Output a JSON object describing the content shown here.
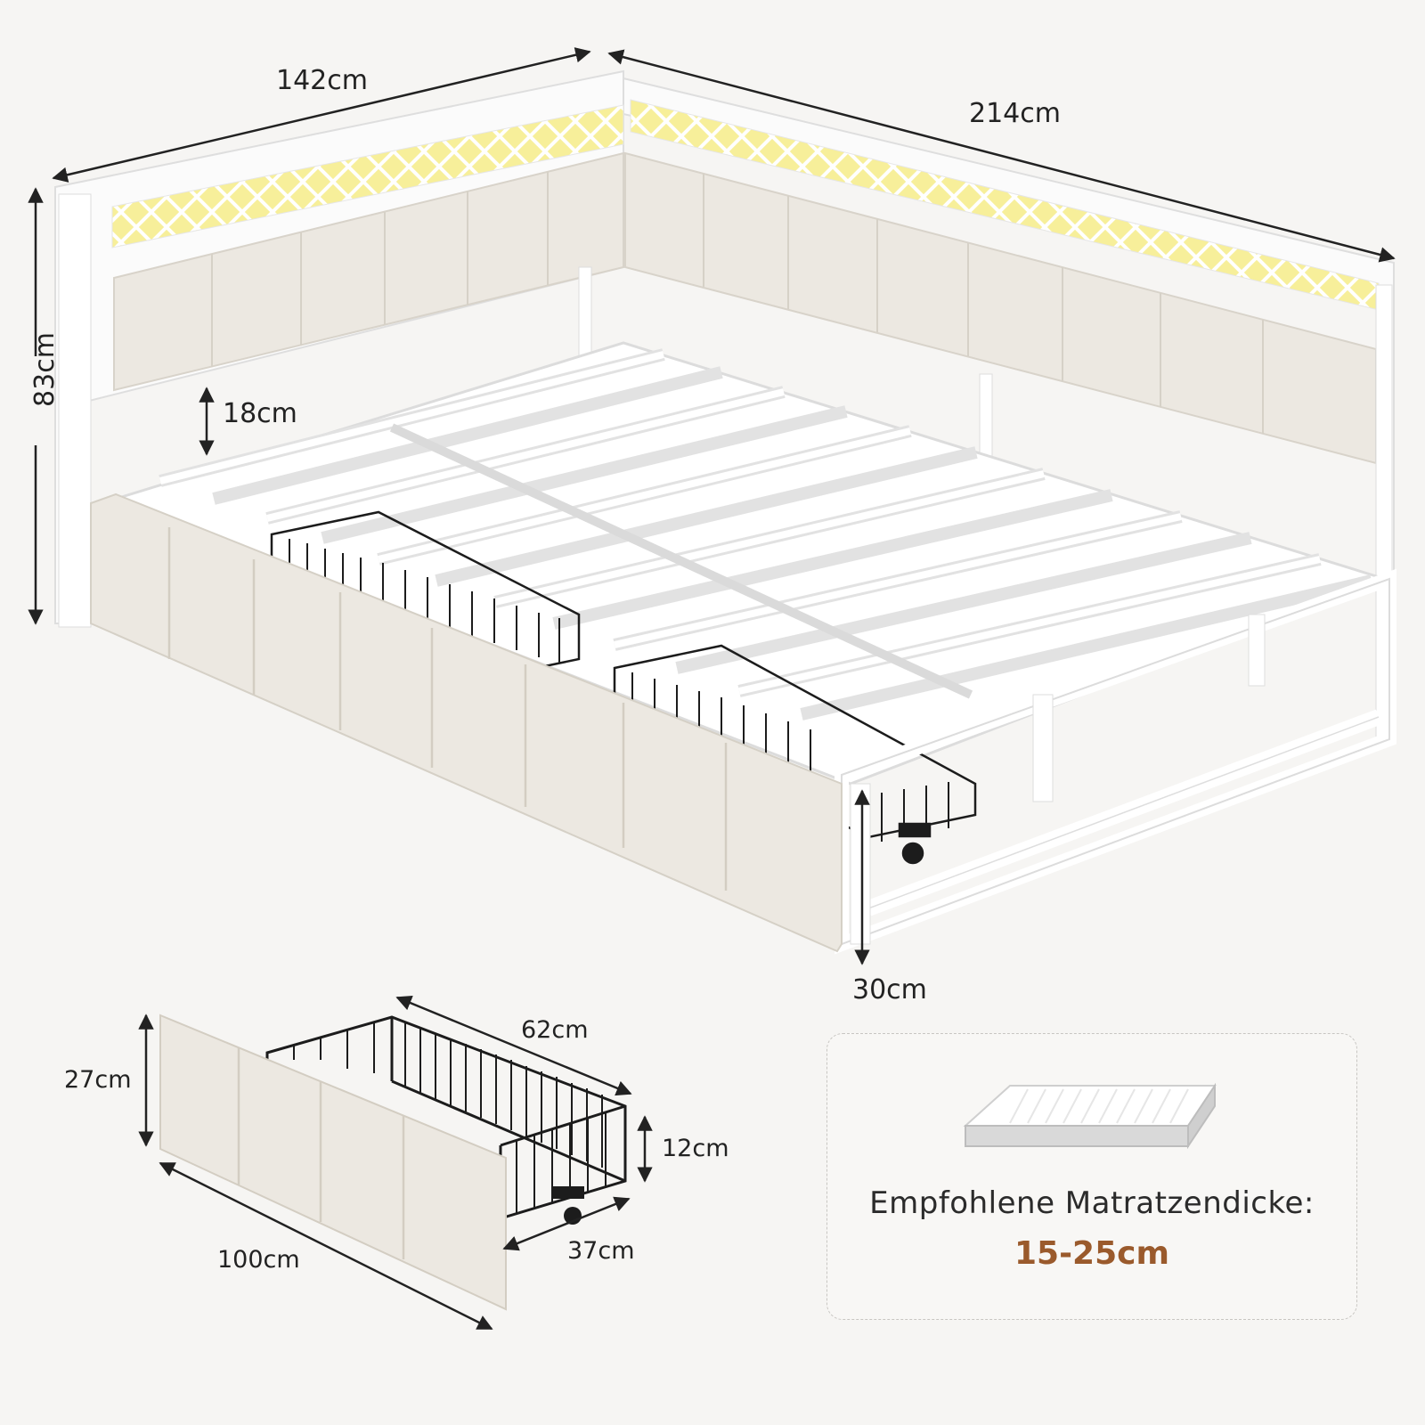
{
  "dimensions": {
    "width_head": "142cm",
    "length": "214cm",
    "height": "83cm",
    "light_strip_height": "18cm",
    "clearance": "30cm",
    "drawer_depth": "62cm",
    "drawer_front_height": "27cm",
    "drawer_basket_height": "12cm",
    "drawer_basket_width": "37cm",
    "drawer_front_width": "100cm"
  },
  "note": {
    "label": "Empfohlene Matratzendicke:",
    "value": "15-25cm"
  },
  "colors": {
    "background": "#f6f5f3",
    "frame": "#ffffff",
    "upholstery": "#eeeae3",
    "led_glow": "#f7ef9a",
    "basket": "#1c1c1c",
    "accent_value": "#9a5a2c",
    "dimension_line": "#222222"
  },
  "icons": [
    "mattress-icon",
    "caster-wheel-icon",
    "arrow-icon"
  ]
}
